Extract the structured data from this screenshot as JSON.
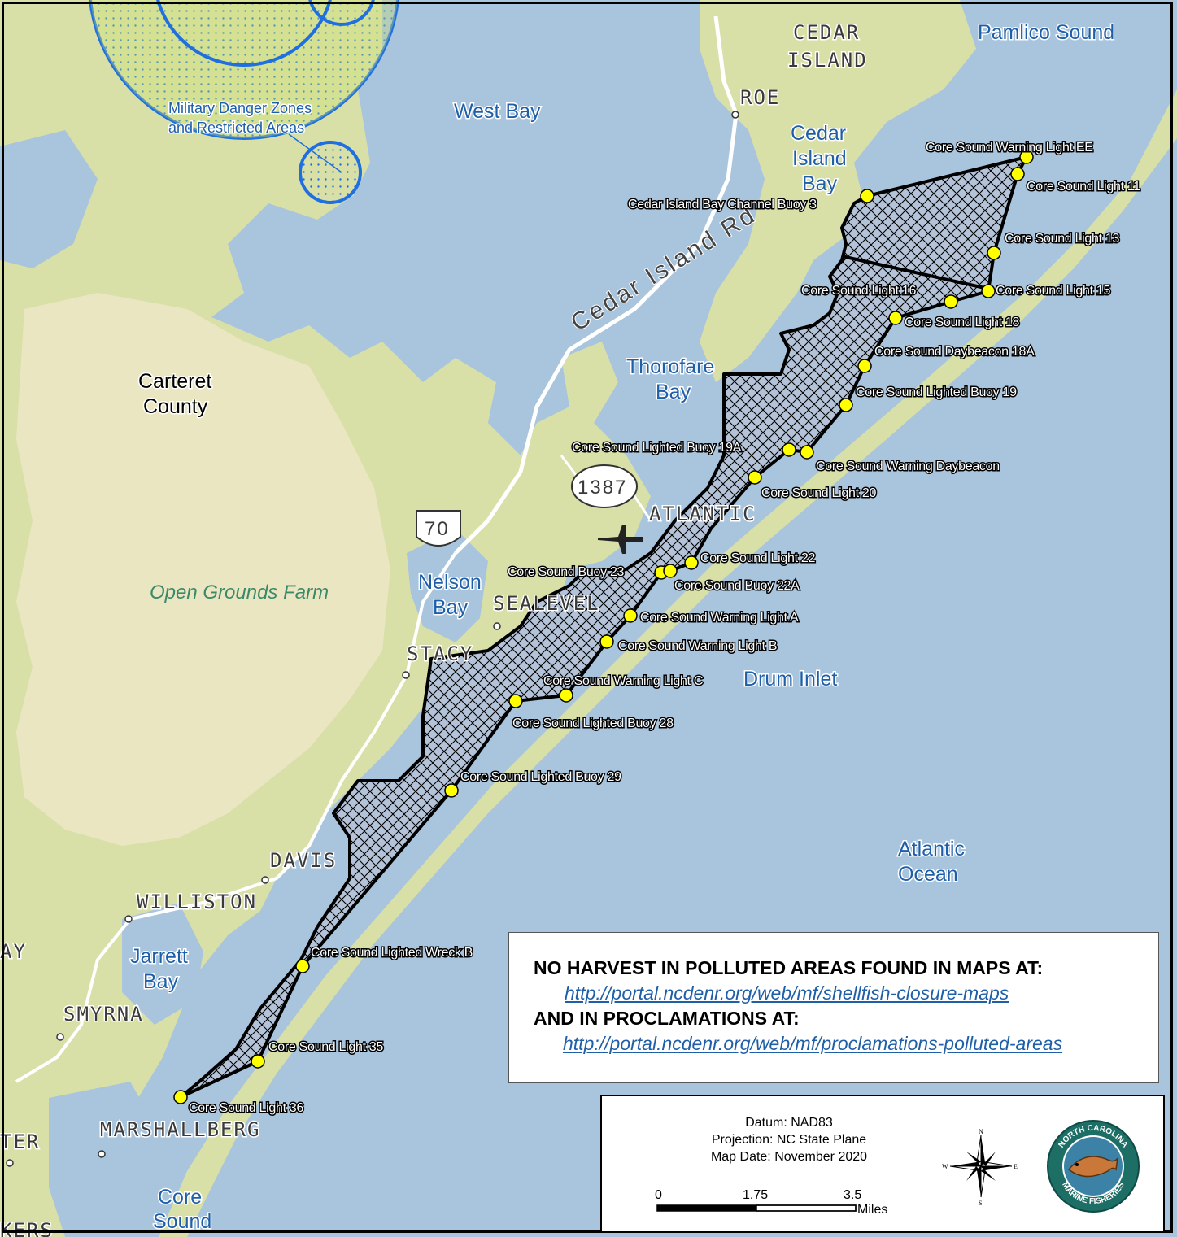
{
  "water_labels": {
    "pamlico_sound": "Pamlico Sound",
    "west_bay": "West Bay",
    "cedar_island_bay": [
      "Cedar",
      "Island",
      "Bay"
    ],
    "thorofare_bay": [
      "Thorofare",
      "Bay"
    ],
    "nelson_bay": [
      "Nelson",
      "Bay"
    ],
    "drum_inlet": "Drum Inlet",
    "atlantic_ocean": [
      "Atlantic",
      "Ocean"
    ],
    "jarrett_bay": [
      "Jarrett",
      "Bay"
    ],
    "core_sound": [
      "Core",
      "Sound"
    ]
  },
  "land_labels": {
    "carteret_county": [
      "Carteret",
      "County"
    ],
    "open_grounds_farm": "Open Grounds Farm"
  },
  "towns": {
    "cedar_island": [
      "CEDAR",
      "ISLAND"
    ],
    "roe": "ROE",
    "atlantic": "ATLANTIC",
    "sealevel": "SEALEVEL",
    "stacy": "STACY",
    "davis": "DAVIS",
    "williston": "WILLISTON",
    "smyrna": "SMYRNA",
    "marshallberg": "MARSHALLBERG",
    "way_partial": "AY",
    "ter_partial": "TER",
    "kers_partial": "KERS"
  },
  "roads": {
    "cedar_island_rd": "Cedar Island Rd",
    "route_1387": "1387",
    "us_70": "70"
  },
  "military_zone": [
    "Military Danger Zones",
    "and Restricted Areas"
  ],
  "points": [
    {
      "id": "ee",
      "label": "Core Sound Warning Light EE"
    },
    {
      "id": "l11",
      "label": "Core Sound Light 11"
    },
    {
      "id": "cib3",
      "label": "Cedar Island Bay Channel Buoy 3"
    },
    {
      "id": "l13",
      "label": "Core Sound Light 13"
    },
    {
      "id": "l15",
      "label": "Core Sound Light 15"
    },
    {
      "id": "l16",
      "label": "Core Sound Light 16"
    },
    {
      "id": "l18",
      "label": "Core Sound Light 18"
    },
    {
      "id": "db18a",
      "label": "Core Sound Daybeacon 18A"
    },
    {
      "id": "lb19",
      "label": "Core Sound Lighted Buoy 19"
    },
    {
      "id": "lb19a",
      "label": "Core Sound Lighted Buoy 19A"
    },
    {
      "id": "wdb",
      "label": "Core Sound Warning Daybeacon"
    },
    {
      "id": "l20",
      "label": "Core Sound Light 20"
    },
    {
      "id": "l22",
      "label": "Core Sound Light 22"
    },
    {
      "id": "b23",
      "label": "Core Sound Buoy 23"
    },
    {
      "id": "b22a",
      "label": "Core Sound Buoy 22A"
    },
    {
      "id": "wla",
      "label": "Core Sound Warning Light A"
    },
    {
      "id": "wlb",
      "label": "Core Sound Warning Light B"
    },
    {
      "id": "wlc",
      "label": "Core Sound Warning Light C"
    },
    {
      "id": "lb28",
      "label": "Core Sound Lighted Buoy 28"
    },
    {
      "id": "lb29",
      "label": "Core Sound Lighted Buoy 29"
    },
    {
      "id": "lwb",
      "label": "Core Sound Lighted Wreck B"
    },
    {
      "id": "l35",
      "label": "Core Sound Light 35"
    },
    {
      "id": "l36",
      "label": "Core Sound Light 36"
    }
  ],
  "notice": {
    "line1": "NO HARVEST IN POLLUTED AREAS FOUND IN MAPS AT:",
    "link1": "http://portal.ncdenr.org/web/mf/shellfish-closure-maps",
    "line2": "AND IN PROCLAMATIONS AT:",
    "link2": "http://portal.ncdenr.org/web/mf/proclamations-polluted-areas"
  },
  "info": {
    "datum": "Datum: NAD83",
    "projection": "Projection: NC State Plane",
    "map_date": "Map Date: November 2020",
    "scale_ticks": [
      "0",
      "1.75",
      "3.5"
    ],
    "scale_unit": "Miles",
    "compass": {
      "n": "N",
      "s": "S",
      "e": "E",
      "w": "W"
    },
    "logo_top": "NORTH CAROLINA",
    "logo_bottom": "MARINE FISHERIES"
  },
  "colors": {
    "water": "#a9c4dd",
    "land": "#d6dfa6",
    "land_dark": "#b9cc8a",
    "sand": "#e9e4bf",
    "closure_fill": "#b4c3d8",
    "point": "#ffff00",
    "mdz": "#1f6fe0"
  }
}
